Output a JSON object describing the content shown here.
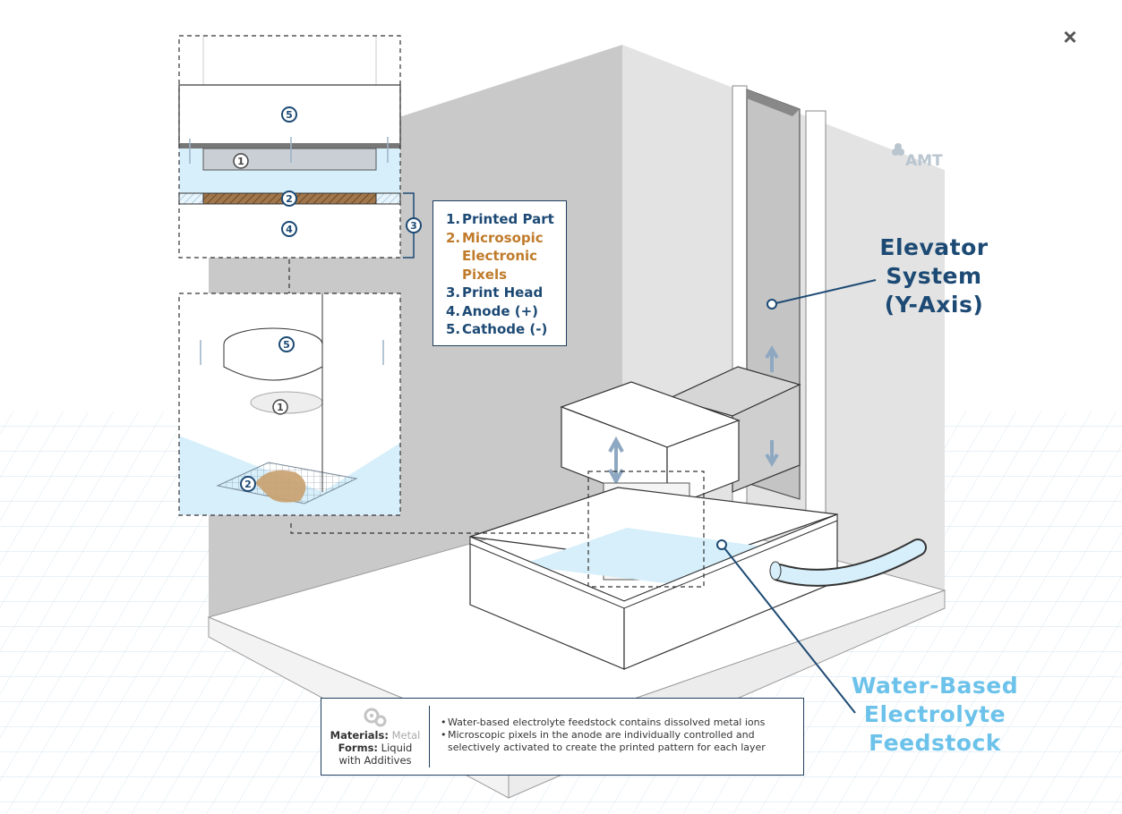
{
  "close_icon_label": "×",
  "brand": "AMT",
  "legend": {
    "items": [
      {
        "num": "1.",
        "label": "Printed Part"
      },
      {
        "num": "2.",
        "label": "Microsopic Electronic Pixels"
      },
      {
        "num": "3.",
        "label": "Print Head"
      },
      {
        "num": "4.",
        "label": "Anode (+)"
      },
      {
        "num": "5.",
        "label": "Cathode (-)"
      }
    ]
  },
  "callouts": {
    "elevator": [
      "Elevator",
      "System",
      "(Y-Axis)"
    ],
    "water": [
      "Water-Based",
      "Electrolyte",
      "Feedstock"
    ]
  },
  "markers": [
    "1",
    "2",
    "3",
    "4",
    "5"
  ],
  "info": {
    "materials_label": "Materials:",
    "materials_value": "Metal",
    "forms_label": "Forms:",
    "forms_value_1": "Liquid",
    "forms_value_2": "with Additives",
    "bullets": [
      "Water-based electrolyte feedstock contains dissolved metal ions",
      "Microscopic pixels in the anode are individually controlled and selectively activated to create the printed pattern for each layer"
    ]
  },
  "colors": {
    "navy": "#1d4a74",
    "orange": "#c07b2b",
    "light_blue": "#6cc2ea",
    "liquid": "#d6effa",
    "wall": "#c9c9c9",
    "wall_light": "#e2e2e2"
  }
}
